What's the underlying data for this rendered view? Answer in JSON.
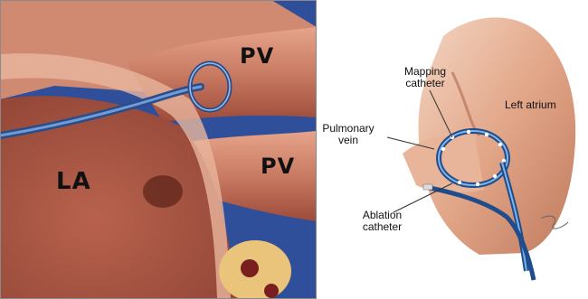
{
  "left_figure": {
    "labels": {
      "pv_top": "PV",
      "pv_bottom": "PV",
      "la": "LA"
    }
  },
  "right_figure": {
    "labels": {
      "mapping_line1": "Mapping",
      "mapping_line2": "catheter",
      "left_atrium": "Left atrium",
      "pulmonary_line1": "Pulmonary",
      "pulmonary_line2": "vein",
      "ablation_line1": "Ablation",
      "ablation_line2": "catheter"
    }
  },
  "colors": {
    "tissue": "#c96f5a",
    "tissue_light": "#e3a48c",
    "background_blue": "#2f4f9a",
    "catheter": "#3a6fb0"
  }
}
